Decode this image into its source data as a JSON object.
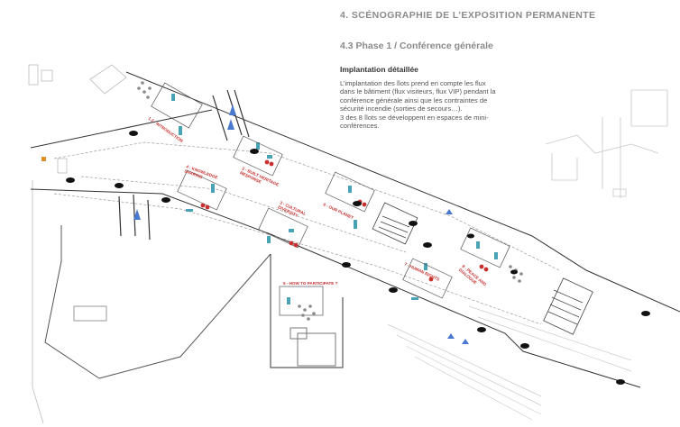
{
  "header": {
    "section_title": "4. SCÉNOGRAPHIE DE L’EXPOSITION PERMANENTE",
    "subsection_title": "4.3 Phase 1 / Conférence générale"
  },
  "description": {
    "heading": "Implantation détaillée",
    "body_lines": [
      "L’implantation des îlots prend en compte les flux",
      "dans le bâtiment (flux visiteurs, flux VIP) pendant la",
      "conférence générale ainsi que les contraintes de",
      "sécurité incendie (sorties de secours…).",
      "3 des 8 îlots se développent en espaces de mini-",
      "conférences."
    ]
  },
  "ilots": [
    {
      "label": "1.2 - INTRODUCTION",
      "rotate": 35
    },
    {
      "label": "2 - BUILT HERITAGE",
      "sub": "RESPONSE",
      "rotate": 25
    },
    {
      "label": "3 - CULTURAL",
      "sub": "DIVERSITY",
      "rotate": 25
    },
    {
      "label": "4 - KNOWLEDGE",
      "sub": "SHARING",
      "rotate": 20
    },
    {
      "label": "5 - HOW TO PARTICIPATE ?",
      "rotate": 0
    },
    {
      "label": "6 - OUR PLANET",
      "rotate": 25
    },
    {
      "label": "7 - HUMAN RIGHTS",
      "rotate": 25
    },
    {
      "label": "8 - PEACE AND",
      "sub": "DIALOGUE",
      "rotate": 40
    }
  ],
  "colors": {
    "accent_red": "#c8302f",
    "arrow_blue": "#4a78d0",
    "panel_teal": "#4aa3b5",
    "wall": "#333333",
    "heading_grey": "#8a8a8a"
  }
}
